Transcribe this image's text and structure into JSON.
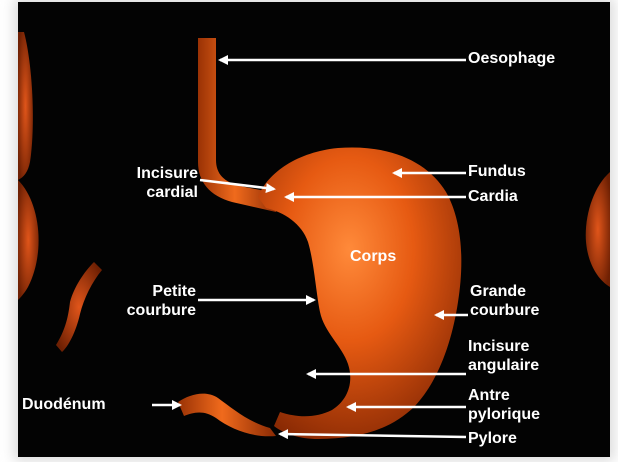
{
  "diagram": {
    "background": "#030303",
    "organ_color": "#d9500e",
    "arrow_color": "#ffffff",
    "labels": {
      "oesophage": "Oesophage",
      "fundus": "Fundus",
      "cardia": "Cardia",
      "incisure_cardial": "Incisure\ncardial",
      "corps": "Corps",
      "petite_courbure": "Petite\ncourbure",
      "grande_courbure": "Grande\ncourbure",
      "incisure_angulaire": "Incisure\nangulaire",
      "antre_pylorique": "Antre\npylorique",
      "duodenum": "Duodénum",
      "pylore": "Pylore"
    }
  }
}
